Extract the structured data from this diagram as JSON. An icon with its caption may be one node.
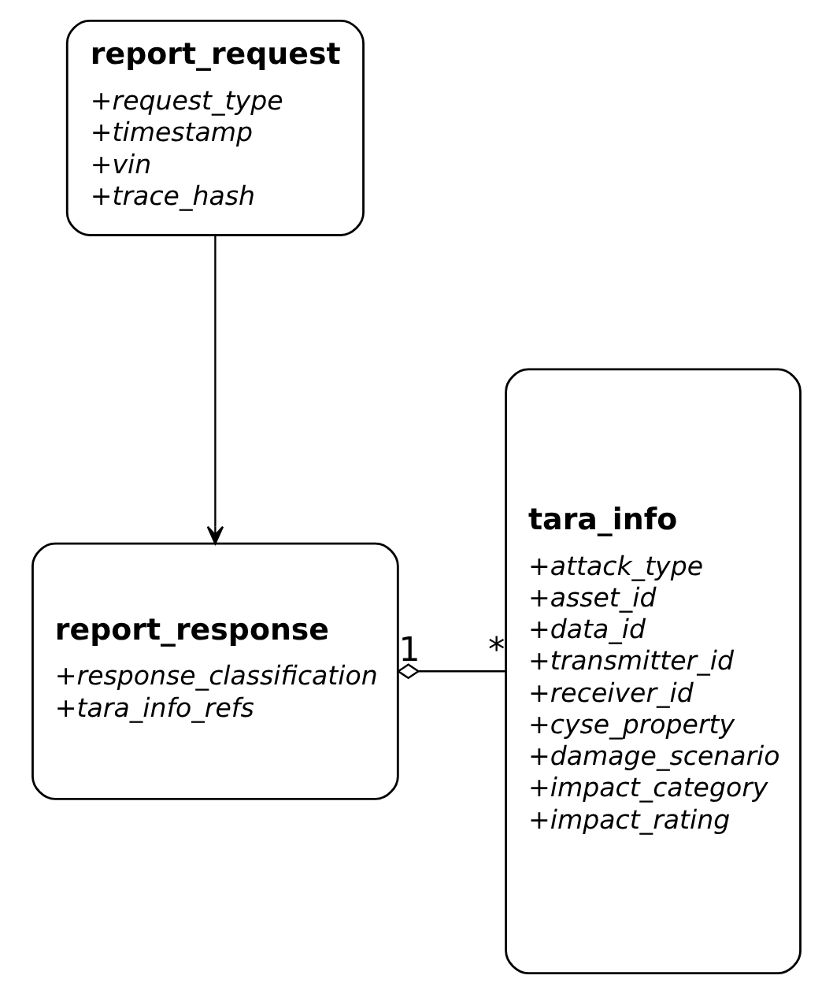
{
  "diagram": {
    "nodes": [
      {
        "text": [
          "report_request",
          "+request_type",
          "+timestamp",
          "+vin",
          "+trace_hash"
        ]
      },
      {
        "text": [
          "report_response",
          "+response_classification",
          "+tara_info_refs"
        ]
      },
      {
        "text": [
          "tara_info",
          "+attack_type",
          "+asset_id",
          "+data_id",
          "+transmitter_id",
          "+receiver_id",
          "+cyse_property",
          "+damage_scenario",
          "+impact_category",
          "+impact_rating"
        ]
      }
    ],
    "edges": [
      {
        "from": 0,
        "to": 1,
        "arrow": "to"
      },
      {
        "from": 1,
        "to": 2,
        "arrow": "other"
      }
    ],
    "labels": [
      "*",
      "1"
    ]
  }
}
